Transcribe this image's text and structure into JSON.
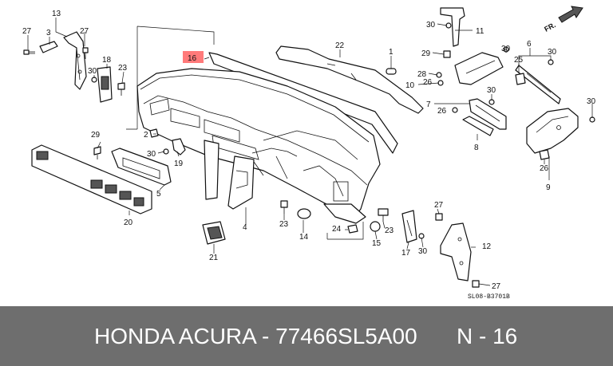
{
  "diagram": {
    "highlight_color": "#ff6b6b",
    "callouts": {
      "c27a": "27",
      "c13": "13",
      "c3": "3",
      "c27b": "27",
      "c18": "18",
      "c30a": "30",
      "c23a": "23",
      "c16": "16",
      "c22": "22",
      "c1": "1",
      "c30b": "30",
      "c11": "11",
      "c29a": "29",
      "c28": "28",
      "c10": "10",
      "c26a": "26",
      "c6": "6",
      "c30c": "30",
      "c25": "25",
      "c30d": "30",
      "c30e": "30",
      "c7": "7",
      "c26b": "26",
      "c30f": "30",
      "c8": "8",
      "c2": "2",
      "c29b": "29",
      "c30g": "30",
      "c19": "19",
      "c5": "5",
      "c20": "20",
      "c4": "4",
      "c23b": "23",
      "c14": "14",
      "c24": "24",
      "c23c": "23",
      "c15": "15",
      "c27c": "27",
      "c12": "12",
      "c17": "17",
      "c30h": "30",
      "c21": "21",
      "c27d": "27",
      "c26c": "26",
      "c9": "9",
      "c30i": "30"
    },
    "direction_label": "FR.",
    "drawing_ref": "SL08-B3701B"
  },
  "footer": {
    "title": "HONDA ACURA - 77466SL5A00",
    "position": "N - 16"
  }
}
